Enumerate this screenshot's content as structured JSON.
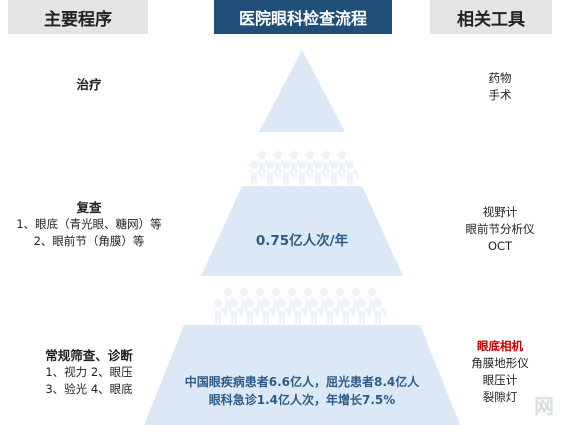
{
  "headers": {
    "left": "主要程序",
    "center": "医院眼科检查流程",
    "right": "相关工具"
  },
  "tiers": [
    {
      "left_title": "治疗",
      "left_lines": [],
      "center_text": "",
      "right_lines": [
        "药物",
        "手术"
      ]
    },
    {
      "left_title": "复查",
      "left_lines": [
        "1、眼底（青光眼、糖网）等",
        "2、眼前节（角膜）等"
      ],
      "center_text": "0.75亿人次/年",
      "right_lines": [
        "视野计",
        "眼前节分析仪",
        "OCT"
      ]
    },
    {
      "left_title": "常规筛查、诊断",
      "left_lines": [
        "1、视力 2、眼压",
        "3、验光 4、眼底"
      ],
      "center_lines": [
        "中国眼疾病患者6.6亿人，屈光患者8.4亿人",
        "眼科急诊1.4亿人次，年增长7.5%"
      ],
      "right_highlight": "眼底相机",
      "right_lines": [
        "角膜地形仪",
        "眼压计",
        "裂隙灯"
      ]
    }
  ],
  "watermark": "网",
  "colors": {
    "header_dark": "#1f4e79",
    "header_light": "#e4e4e4",
    "pyramid_fill": "#dce8f5",
    "figures": "#eef3f9",
    "text_blue": "#2e5c8a",
    "highlight_red": "#c00000"
  }
}
